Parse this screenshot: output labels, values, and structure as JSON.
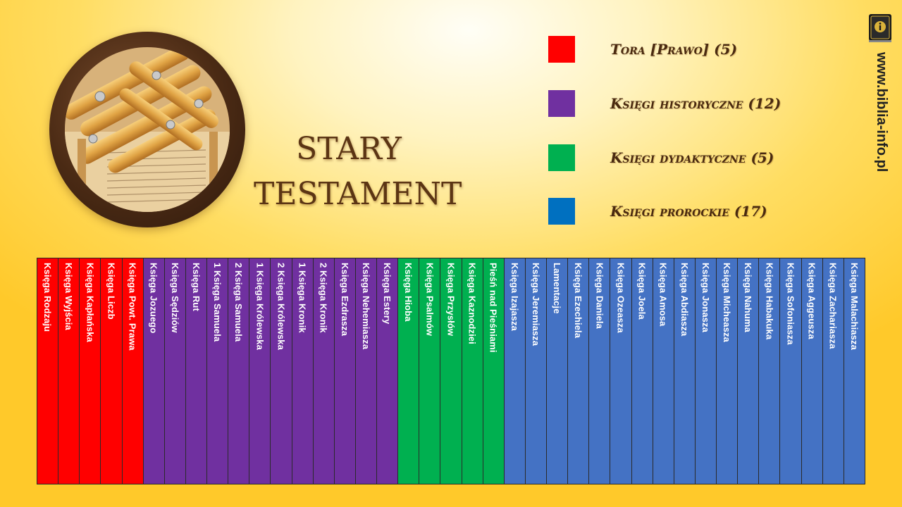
{
  "title": {
    "line1": "STARY",
    "line2": "TESTAMENT"
  },
  "site": {
    "url": "www.biblia-info.pl",
    "logo_icon": "book-info-icon"
  },
  "medallion": {
    "icon": "scrolls-image-icon"
  },
  "legend": [
    {
      "label": "Tora [Prawo] (5)",
      "color": "#ff0000"
    },
    {
      "label": "Księgi historyczne (12)",
      "color": "#7030a0"
    },
    {
      "label": "Księgi dydaktyczne (5)",
      "color": "#00b050"
    },
    {
      "label": "Księgi prorockie (17)",
      "color": "#0070c0"
    }
  ],
  "books": [
    {
      "name": "Księga Rodzaju",
      "color": "#ff0000"
    },
    {
      "name": "Księga Wyjścia",
      "color": "#ff0000"
    },
    {
      "name": "Księga Kapłańska",
      "color": "#ff0000"
    },
    {
      "name": "Księga Liczb",
      "color": "#ff0000"
    },
    {
      "name": "Księga Powt. Prawa",
      "color": "#ff0000"
    },
    {
      "name": "Księga Jozuego",
      "color": "#7030a0"
    },
    {
      "name": "Księga Sędziów",
      "color": "#7030a0"
    },
    {
      "name": "Księga Rut",
      "color": "#7030a0"
    },
    {
      "name": "1 Księga Samuela",
      "color": "#7030a0"
    },
    {
      "name": "2 Księga Samuela",
      "color": "#7030a0"
    },
    {
      "name": "1 Księga Królewska",
      "color": "#7030a0"
    },
    {
      "name": "2 Księga Królewska",
      "color": "#7030a0"
    },
    {
      "name": "1 Księga Kronik",
      "color": "#7030a0"
    },
    {
      "name": "2 Księga Kronik",
      "color": "#7030a0"
    },
    {
      "name": "Księga Ezdrasza",
      "color": "#7030a0"
    },
    {
      "name": "Księga Nehemiasza",
      "color": "#7030a0"
    },
    {
      "name": "Księga Estery",
      "color": "#7030a0"
    },
    {
      "name": "Księga Hioba",
      "color": "#00b050"
    },
    {
      "name": "Księga Psalmów",
      "color": "#00b050"
    },
    {
      "name": "Księga Przysłów",
      "color": "#00b050"
    },
    {
      "name": "Księga Kaznodziei",
      "color": "#00b050"
    },
    {
      "name": "Pieśń nad Pieśniami",
      "color": "#00b050"
    },
    {
      "name": "Księga Izajasza",
      "color": "#4472c4"
    },
    {
      "name": "Księga Jeremiasza",
      "color": "#4472c4"
    },
    {
      "name": "Lamentacje",
      "color": "#4472c4"
    },
    {
      "name": "Księga Ezechiela",
      "color": "#4472c4"
    },
    {
      "name": "Księga Daniela",
      "color": "#4472c4"
    },
    {
      "name": "Księga Ozeasza",
      "color": "#4472c4"
    },
    {
      "name": "Księga Joela",
      "color": "#4472c4"
    },
    {
      "name": "Księga Amosa",
      "color": "#4472c4"
    },
    {
      "name": "Księga Abdiasza",
      "color": "#4472c4"
    },
    {
      "name": "Księga Jonasza",
      "color": "#4472c4"
    },
    {
      "name": "Księga Micheasza",
      "color": "#4472c4"
    },
    {
      "name": "Księga Nahuma",
      "color": "#4472c4"
    },
    {
      "name": "Księga Habakuka",
      "color": "#4472c4"
    },
    {
      "name": "Księga Sofoniasza",
      "color": "#4472c4"
    },
    {
      "name": "Księga Aggeusza",
      "color": "#4472c4"
    },
    {
      "name": "Księga Zachariasza",
      "color": "#4472c4"
    },
    {
      "name": "Księga Malachiasza",
      "color": "#4472c4"
    }
  ]
}
